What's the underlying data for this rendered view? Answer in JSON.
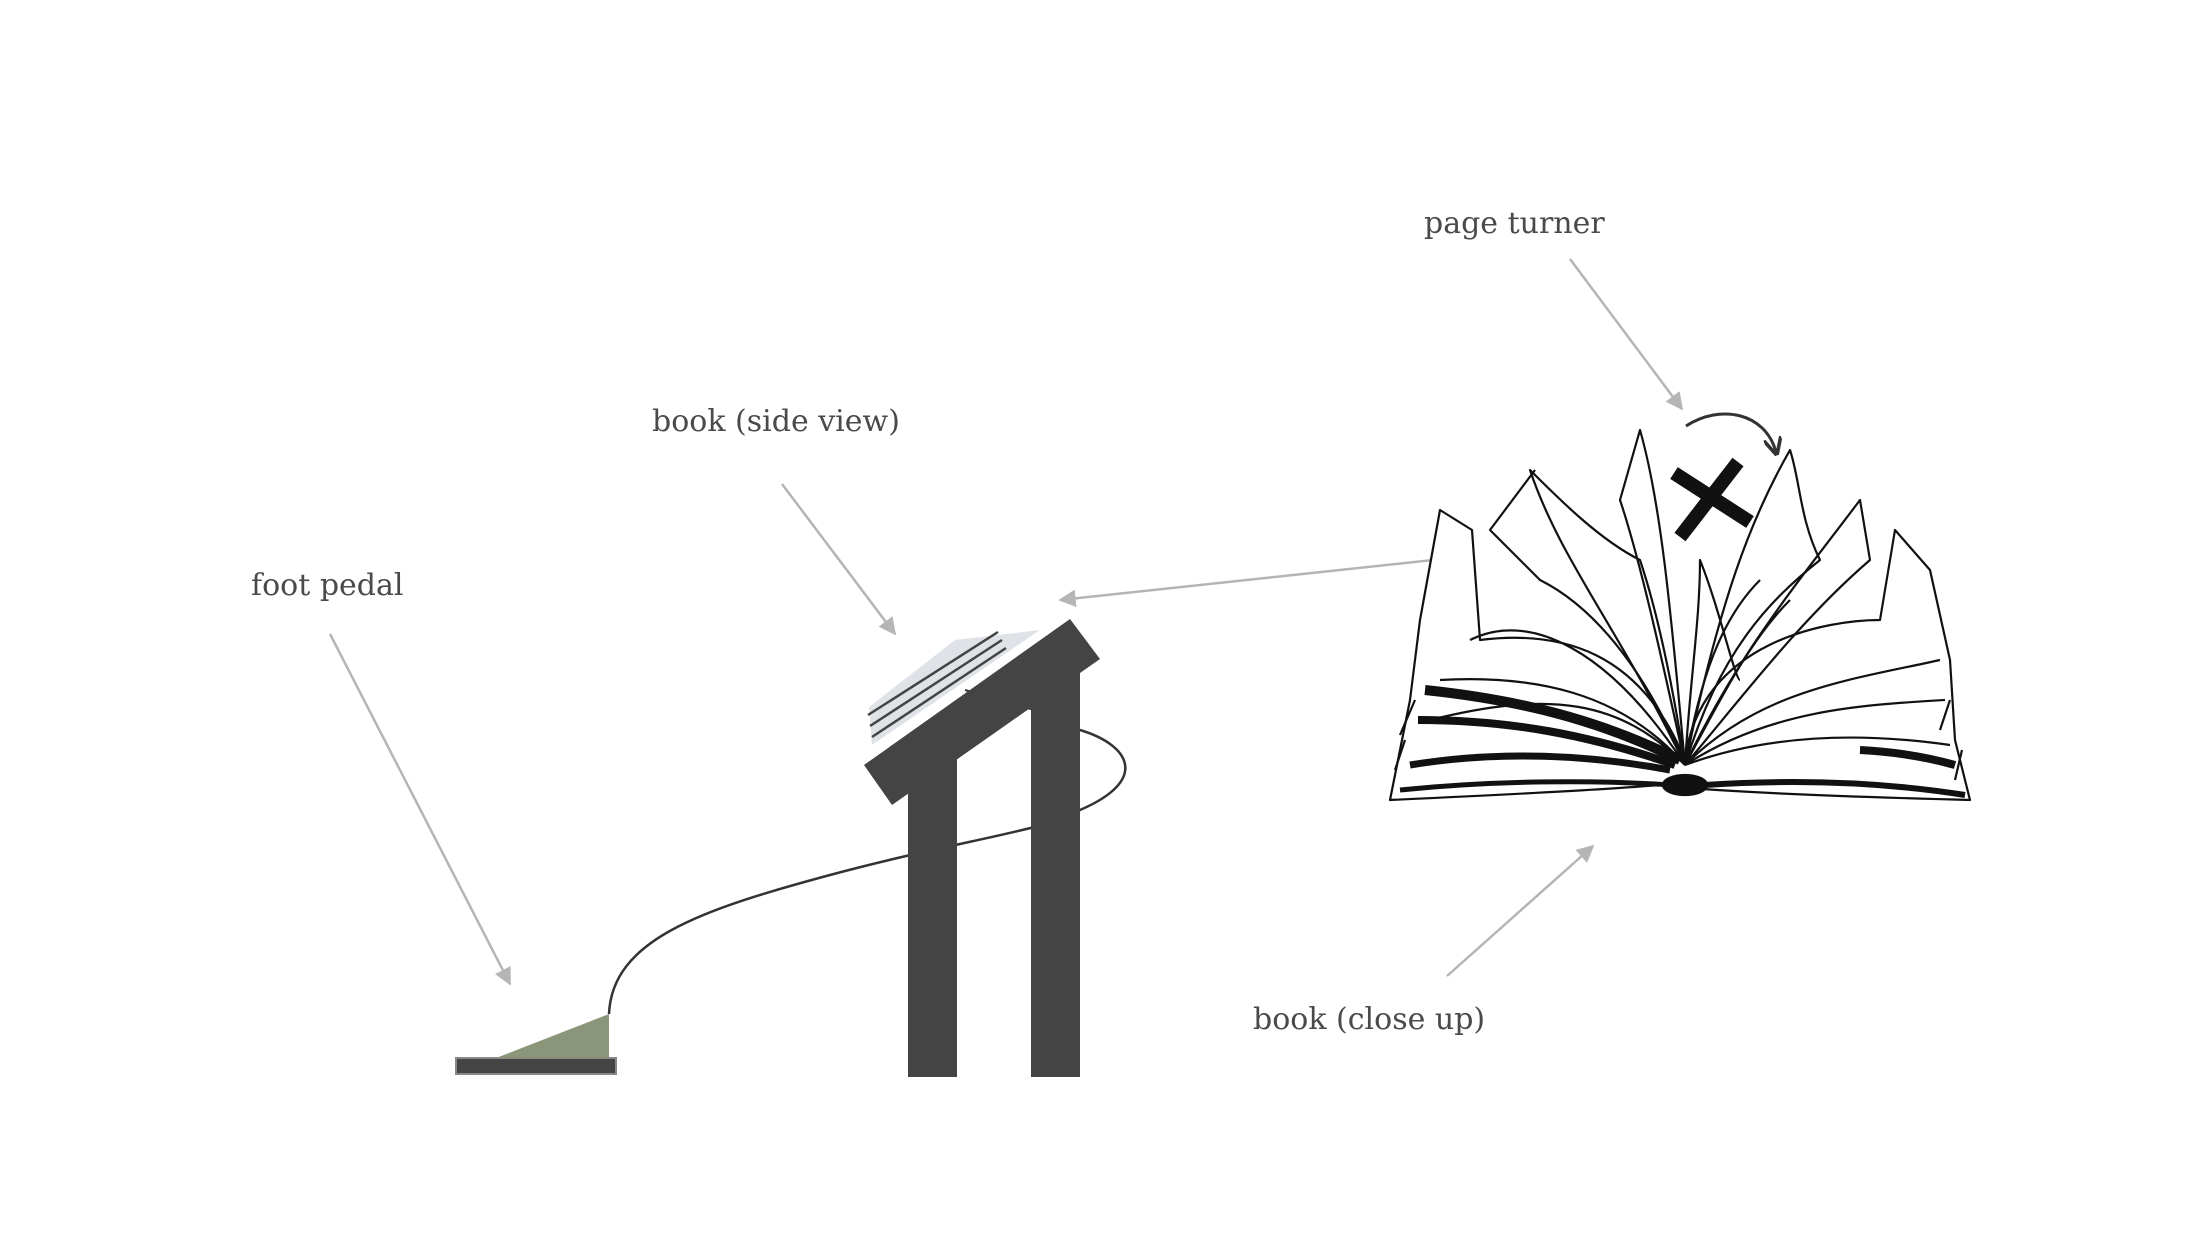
{
  "labels": {
    "page_turner": "page turner",
    "book_side_view": "book (side view)",
    "foot_pedal": "foot pedal",
    "book_close_up": "book (close up)"
  },
  "colors": {
    "background": "#ffffff",
    "stand": "#444444",
    "pedal_base": "#444444",
    "pedal_wedge": "#8a957a",
    "book_side": "#dfe3e8",
    "arrow": "#b5b5b5",
    "label_text": "#4a4a4a",
    "ink": "#111111",
    "cable": "#333333"
  },
  "icons": {
    "turner": "cross-shaped page turner arm",
    "rotation": "curved rotation arrow"
  }
}
